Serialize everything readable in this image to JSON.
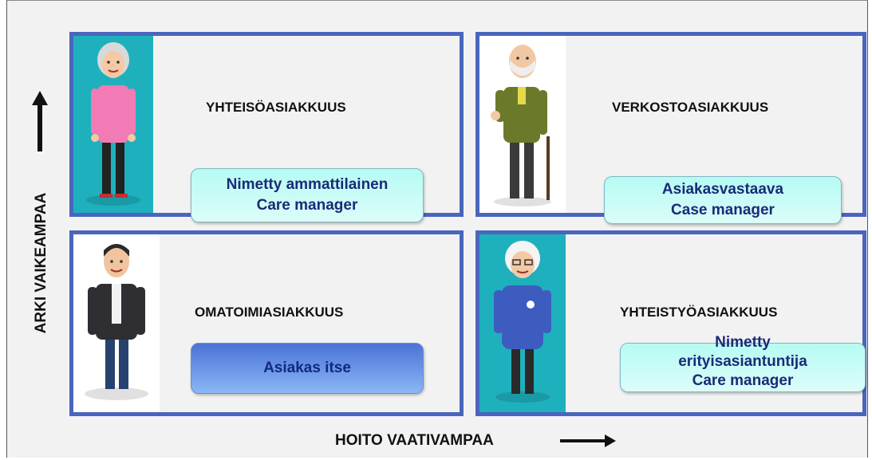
{
  "quadrants": {
    "top_left": {
      "title": "YHTEISÖASIAKKUUS",
      "badge_line1": "Nimetty ammattilainen",
      "badge_line2": "Care manager"
    },
    "top_right": {
      "title": "VERKOSTOASIAKKUUS",
      "badge_line1": "Asiakasvastaava",
      "badge_line2": "Case manager"
    },
    "bottom_left": {
      "title": "OMATOIMIASIAKKUUS",
      "badge_line1": "Asiakas itse"
    },
    "bottom_right": {
      "title": "YHTEISTYÖASIAKKUUS",
      "badge_line1": "Nimetty",
      "badge_line2": "erityisasiantuntija",
      "badge_line3": "Care manager"
    }
  },
  "axes": {
    "y_label": "ARKI VAIKEAMPAA",
    "x_label": "HOITO VAATIVAMPAA"
  },
  "colors": {
    "border": "#4a65bd",
    "portrait_teal": "#1fb0bd",
    "badge_cyan": "#c4fcf5",
    "badge_blue": "#5b84dd"
  }
}
